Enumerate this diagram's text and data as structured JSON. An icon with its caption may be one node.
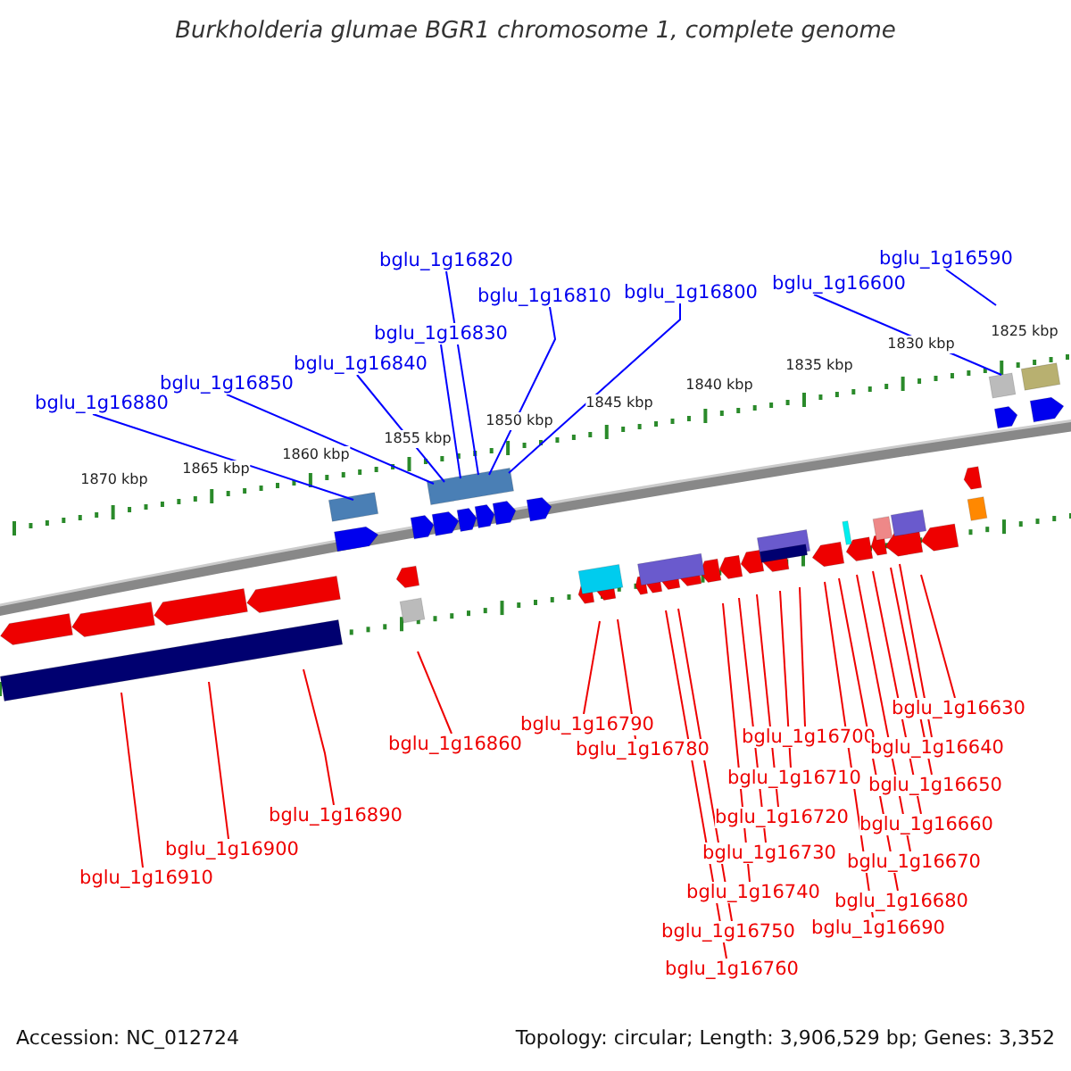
{
  "diagram": {
    "title": "Burkholderia glumae BGR1 chromosome 1, complete genome",
    "nodes": [
      {
        "text": [
          "bglu_1g16590"
        ]
      },
      {
        "text": [
          "bglu_1g16820"
        ]
      },
      {
        "text": [
          "bglu_1g16600"
        ]
      },
      {
        "text": [
          "bglu_1g16810"
        ]
      },
      {
        "text": [
          "bglu_1g16800"
        ]
      },
      {
        "text": [
          "bglu_1g16830"
        ]
      },
      {
        "text": [
          "bglu_1g16840"
        ]
      },
      {
        "text": [
          "bglu_1g16850"
        ]
      },
      {
        "text": [
          "bglu_1g16880"
        ]
      },
      {
        "text": [
          "bglu_1g16860"
        ]
      },
      {
        "text": [
          "bglu_1g16890"
        ]
      },
      {
        "text": [
          "bglu_1g16900"
        ]
      },
      {
        "text": [
          "bglu_1g16910"
        ]
      },
      {
        "text": [
          "bglu_1g16790"
        ]
      },
      {
        "text": [
          "bglu_1g16780"
        ]
      },
      {
        "text": [
          "bglu_1g16700"
        ]
      },
      {
        "text": [
          "bglu_1g16710"
        ]
      },
      {
        "text": [
          "bglu_1g16720"
        ]
      },
      {
        "text": [
          "bglu_1g16730"
        ]
      },
      {
        "text": [
          "bglu_1g16740"
        ]
      },
      {
        "text": [
          "bglu_1g16750"
        ]
      },
      {
        "text": [
          "bglu_1g16760"
        ]
      },
      {
        "text": [
          "bglu_1g16630"
        ]
      },
      {
        "text": [
          "bglu_1g16640"
        ]
      },
      {
        "text": [
          "bglu_1g16650"
        ]
      },
      {
        "text": [
          "bglu_1g16660"
        ]
      },
      {
        "text": [
          "bglu_1g16670"
        ]
      },
      {
        "text": [
          "bglu_1g16680"
        ]
      },
      {
        "text": [
          "bglu_1g16690"
        ]
      }
    ],
    "edges": [
      {
        "from": 0,
        "to": null,
        "arrow": "none",
        "color": "#0000ff"
      },
      {
        "from": 1,
        "to": null,
        "arrow": "none",
        "color": "#0000ff"
      },
      {
        "from": 2,
        "to": null,
        "arrow": "none",
        "color": "#0000ff"
      },
      {
        "from": 3,
        "to": null,
        "arrow": "none",
        "color": "#0000ff"
      },
      {
        "from": 4,
        "to": null,
        "arrow": "none",
        "color": "#0000ff"
      },
      {
        "from": 5,
        "to": null,
        "arrow": "none",
        "color": "#0000ff"
      },
      {
        "from": 6,
        "to": null,
        "arrow": "none",
        "color": "#0000ff"
      },
      {
        "from": 7,
        "to": null,
        "arrow": "none",
        "color": "#0000ff"
      },
      {
        "from": 8,
        "to": null,
        "arrow": "none",
        "color": "#0000ff"
      },
      {
        "from": 9,
        "to": null,
        "arrow": "none"
      },
      {
        "from": 10,
        "to": null,
        "arrow": "none"
      },
      {
        "from": 11,
        "to": null,
        "arrow": "none"
      },
      {
        "from": 12,
        "to": null,
        "arrow": "none"
      },
      {
        "from": 13,
        "to": null,
        "arrow": "none"
      },
      {
        "from": 14,
        "to": null,
        "arrow": "none"
      },
      {
        "from": 15,
        "to": null,
        "arrow": "none"
      },
      {
        "from": 16,
        "to": null,
        "arrow": "none"
      },
      {
        "from": 17,
        "to": null,
        "arrow": "none"
      },
      {
        "from": 18,
        "to": null,
        "arrow": "none"
      },
      {
        "from": 19,
        "to": null,
        "arrow": "none"
      },
      {
        "from": 20,
        "to": null,
        "arrow": "none"
      },
      {
        "from": 21,
        "to": null,
        "arrow": "none"
      },
      {
        "from": 22,
        "to": null,
        "arrow": "none"
      },
      {
        "from": 23,
        "to": null,
        "arrow": "none"
      },
      {
        "from": 24,
        "to": null,
        "arrow": "none"
      },
      {
        "from": 25,
        "to": null,
        "arrow": "none"
      },
      {
        "from": 26,
        "to": null,
        "arrow": "none"
      },
      {
        "from": 27,
        "to": null,
        "arrow": "none"
      },
      {
        "from": 28,
        "to": null,
        "arrow": "none"
      }
    ],
    "labels": [
      "1825 kbp",
      "1830 kbp",
      "1835 kbp",
      "1840 kbp",
      "1845 kbp",
      "1850 kbp",
      "1855 kbp",
      "1860 kbp",
      "1865 kbp",
      "1870 kbp",
      "Accession: NC_012724",
      "Topology: circular; Length: 3,906,529 bp; Genes: 3,352"
    ]
  }
}
